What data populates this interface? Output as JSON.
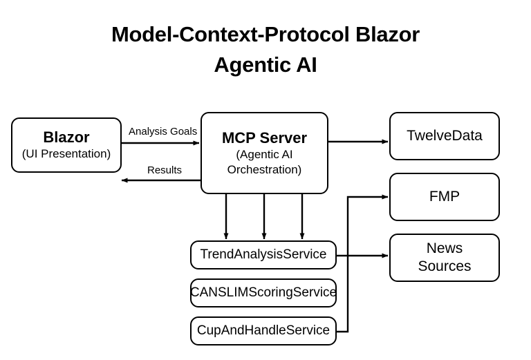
{
  "diagram": {
    "title": "Model-Context-Protocol  Blazor Agentic AI",
    "title_line1": "Model-Context-Protocol  Blazor",
    "title_line2": "Agentic AI",
    "stroke_color": "#000000",
    "background_color": "#ffffff",
    "nodes": {
      "blazor": {
        "main": "Blazor",
        "sub": "(UI Presentation)"
      },
      "mcp_server": {
        "main": "MCP Server",
        "sub_line1": "(Agentic AI",
        "sub_line2": "Orchestration)"
      },
      "twelve_data": {
        "main": "TwelveData"
      },
      "fmp": {
        "main": "FMP"
      },
      "news_sources": {
        "line1": "News",
        "line2": "Sources"
      },
      "trend_analysis_service": {
        "main": "TrendAnalysisService"
      },
      "canslim_scoring_service": {
        "main": "CANSLIMScoringService"
      },
      "cup_and_handle_service": {
        "main": "CupAndHandleService"
      }
    },
    "edge_labels": {
      "analysis_goals": "Analysis Goals",
      "results": "Results"
    }
  }
}
